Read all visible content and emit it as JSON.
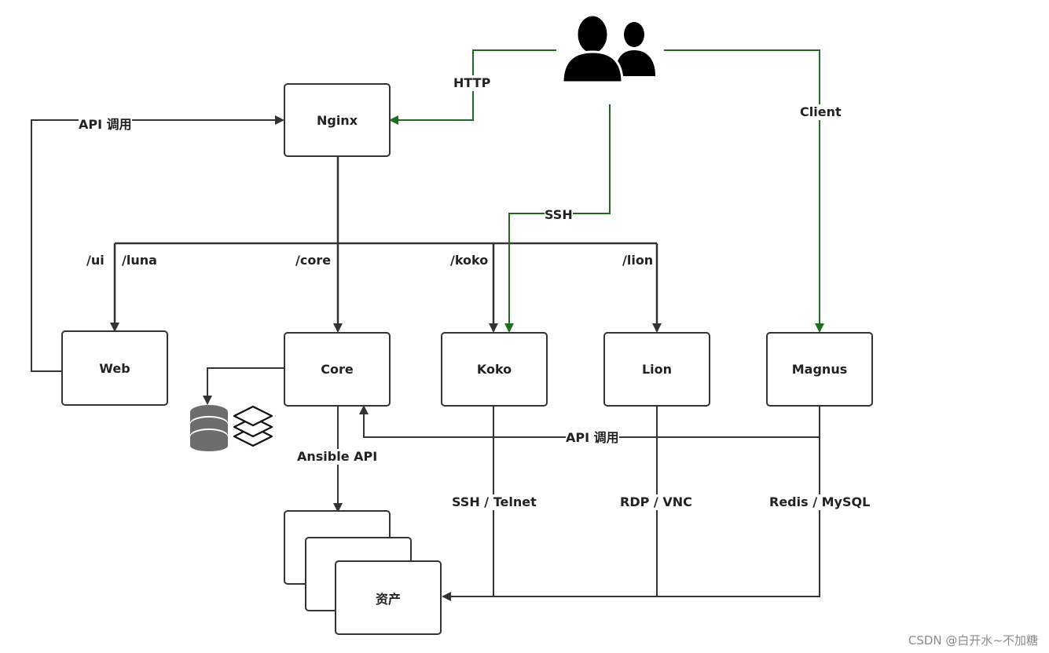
{
  "nodes": {
    "nginx": "Nginx",
    "web": "Web",
    "core": "Core",
    "koko": "Koko",
    "lion": "Lion",
    "magnus": "Magnus",
    "assets": "资产"
  },
  "edges": {
    "http": "HTTP",
    "client": "Client",
    "ssh": "SSH",
    "api_call_top": "API 调用",
    "api_call_bottom": "API 调用",
    "path_ui": "/ui",
    "path_luna": "/luna",
    "path_core": "/core",
    "path_koko": "/koko",
    "path_lion": "/lion",
    "ansible_api": "Ansible API",
    "ssh_telnet": "SSH / Telnet",
    "rdp_vnc": "RDP / VNC",
    "redis_mysql": "Redis / MySQL"
  },
  "icons": {
    "users": "users-icon",
    "database": "database-icon",
    "layers": "layers-icon"
  },
  "colors": {
    "line": "#333333",
    "user_line": "#2e6b2e"
  },
  "watermark": "CSDN @白开水~不加糖"
}
